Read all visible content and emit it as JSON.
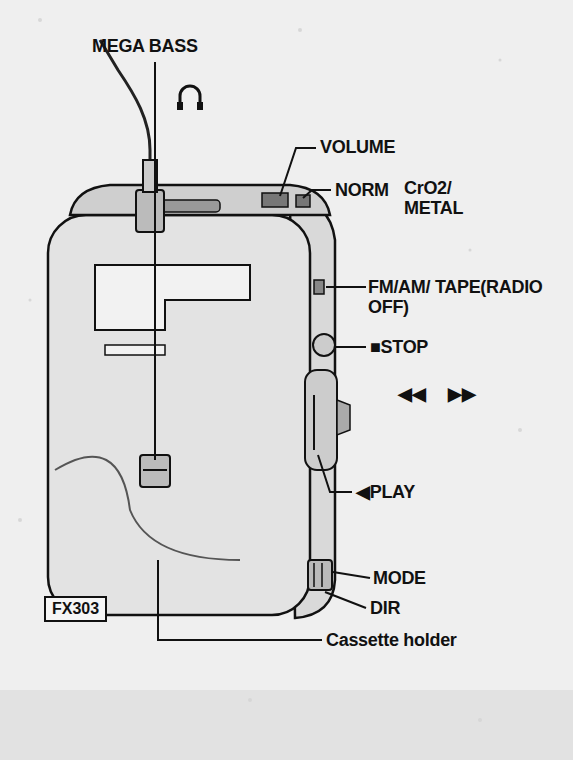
{
  "diagram": {
    "nodes": [
      {
        "text": [
          "FX303"
        ]
      }
    ],
    "labels": [
      "MEGA BASS",
      "VOLUME",
      "NORM",
      "CrO2/ METAL",
      "FM/AM/ TAPE(RADIO OFF)",
      "■STOP",
      "◀◀",
      "▶▶",
      "◀PLAY",
      "MODE",
      "DIR",
      "Cassette holder"
    ]
  }
}
